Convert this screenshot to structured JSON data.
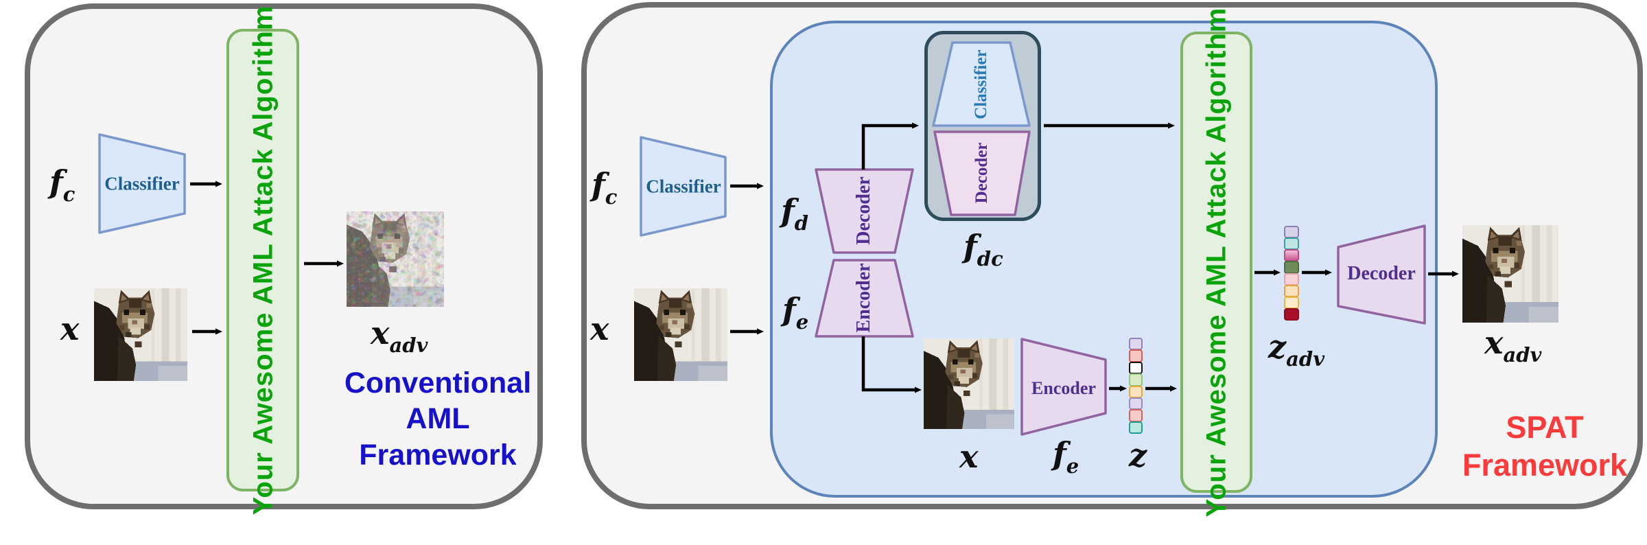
{
  "left": {
    "classifier": "Classifier",
    "attack": "Your Awesome AML Attack Algorithm",
    "fc": {
      "base": "f",
      "sub": "c"
    },
    "x": {
      "base": "x",
      "sub": ""
    },
    "xadv": {
      "base": "x",
      "sub": "adv"
    },
    "caption": [
      "Conventional",
      "AML",
      "Framework"
    ]
  },
  "right": {
    "classifier": "Classifier",
    "fc": {
      "base": "f",
      "sub": "c"
    },
    "x": {
      "base": "x",
      "sub": ""
    },
    "fd": {
      "base": "f",
      "sub": "d"
    },
    "fe": {
      "base": "f",
      "sub": "e"
    },
    "decoder": "Decoder",
    "encoder": "Encoder",
    "fdc": {
      "base": "f",
      "sub": "dc"
    },
    "fdc_classifier": "Classifier",
    "fdc_decoder": "Decoder",
    "inner_x": {
      "base": "x",
      "sub": ""
    },
    "inner_fe": {
      "base": "f",
      "sub": "e"
    },
    "inner_encoder": "Encoder",
    "z": {
      "base": "z",
      "sub": ""
    },
    "attack": "Your Awesome AML Attack Algorithm",
    "zadv": {
      "base": "z",
      "sub": "adv"
    },
    "out_decoder": "Decoder",
    "xadv": {
      "base": "x",
      "sub": "adv"
    },
    "caption": [
      "SPAT",
      "Framework"
    ]
  },
  "colors": {
    "panel_bg": "#f4f4f4",
    "panel_border": "#6e6e6e",
    "blue_box_bg": "#d9e6f8",
    "blue_box_border": "#5c84b9",
    "green_box_bg": "#e5f1df",
    "green_box_border": "#7fb465",
    "green_text": "#0ba30b",
    "classifier_fill": "#dbe8fa",
    "classifier_stroke": "#7b98cd",
    "classifier_text": "#1d5f8f",
    "fdc_classifier_text": "#2d7ab3",
    "purple_fill": "#e7d9ee",
    "purple_stroke": "#91639f",
    "purple_text": "#512d8e",
    "fdc_bg": "#c0ccd5",
    "fdc_border": "#2e4c5b",
    "left_caption": "#1712c9",
    "right_caption": "#f93b3b",
    "arrow": "#000000"
  },
  "latent_z": [
    {
      "fill": "#ded7ee",
      "stroke": "#9181bd"
    },
    {
      "fill": "#f6c7c2",
      "stroke": "#d85c55"
    },
    {
      "fill": "#ffffff",
      "stroke": "#141414"
    },
    {
      "fill": "#d8eac6",
      "stroke": "#94c47e"
    },
    {
      "fill": "#fde3bd",
      "stroke": "#e8a93a"
    },
    {
      "fill": "#ded7ee",
      "stroke": "#9b8ac0"
    },
    {
      "fill": "#f6ccc8",
      "stroke": "#d4655e"
    },
    {
      "fill": "#bce8e2",
      "stroke": "#1f9e96"
    }
  ],
  "latent_zadv": [
    {
      "fill": "#d8d2e8",
      "stroke": "#8d7eb8"
    },
    {
      "fill": "#bfe4e2",
      "stroke": "#3aa2a0"
    },
    {
      "fill": "",
      "gradient": "to bottom, #f2c3d6, #cc5490",
      "stroke": "#b94b85"
    },
    {
      "fill": "#6f8b5a",
      "stroke": "#4f6b3f"
    },
    {
      "fill": "#f6d4d6",
      "stroke": "#e6a2a6"
    },
    {
      "fill": "#fde0bf",
      "stroke": "#e5a23c"
    },
    {
      "fill": "#fdeccd",
      "stroke": "#e9b53e"
    },
    {
      "fill": "#a80f28",
      "stroke": "#8f0b20"
    }
  ]
}
